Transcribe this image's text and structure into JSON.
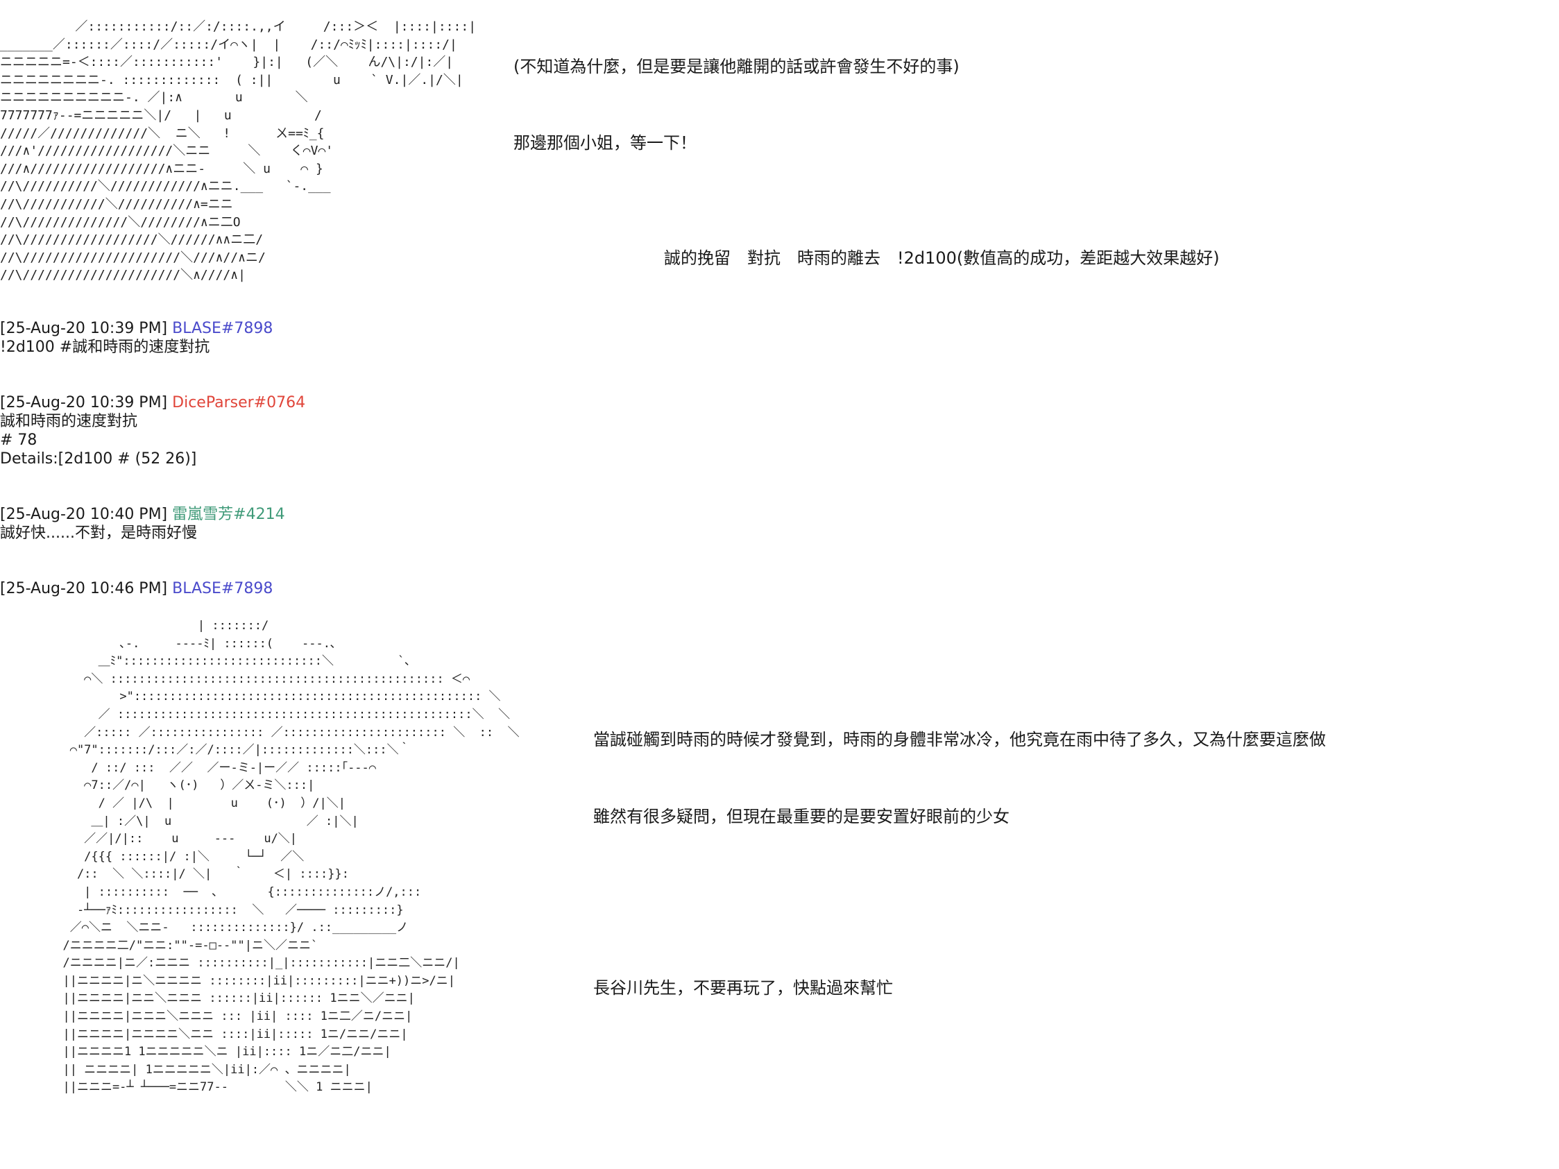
{
  "art": {
    "top": "          ／:::::::::::/::／:/::::.,,イ     /:::＞＜  |::::|::::|\n_______／::::::／::::/／:::::/イ⌒ヽ|  |    /::/⌒ﾐｯﾐ|::::|::::/|\nニニニニニ=-＜::::／:::::::::::'    }|:|   (／＼    ん/\\|:/|:／|\nニニニニニニニニ-. :::::::::::::  ( :||        u    ` V.|／.|/＼|\nニニニニニニニニニニ-. ／|:∧       u       ＼\n7777777ｧ--=ニニニニニ＼|/   |   u           /\n/////／/////////////＼  ニ＼   !      ㄨ==ﾐ_{\n///∧'//////////////////＼ニニ     ＼    く⌒V⌒'\n///∧//////////////////∧ニニ-     ＼ u    ⌒ }\n//\\//////////＼////////////∧ニニ.___   `-.___\n//\\///////////＼//////////∧=ニニ\n//\\//////////////＼////////∧ニ二O\n//\\//////////////////＼//////∧∧ニ二/\n//\\/////////////////////＼///∧//∧ニ/\n//\\/////////////////////＼∧////∧|",
    "bottom": "                     | :::::::/\n          ､-.     -‐‐-ﾐ| ::::::(    ‐‐‐.､\n       ＿ﾐ\"::::::::::::::::::::::::::::＼         `､\n     ⌒＼ ::::::::::::::::::::::::::::::::::::::::::::::: ＜⌒\n          >\"::::::::::::::::::::::::::::::::::::::::::::::::: ＼\n       ／ ::::::::::::::::::::::::::::::::::::::::::::::::::＼  ＼\n     ／::::: ／:::::::::::::::: ／::::::::::::::::::::::: ＼  ::  ＼\n   ⌒\"7\":::::::/:::／:／/::::／|:::::::::::::＼:::＼｀\n      / ::/ :::  ／／  ／ー-ミ-|ー／／ :::::｢‐‐‐⌒\n     ⌒7::／/⌒|   ヽ(･)   ）／ㄨ-ミ＼:::|\n       / ／ |/\\  |        u    (･)  ）/|＼|\n      ＿| :／\\|  u                   ／ :|＼|\n     ／／|/|::    u     ‐‐-    u/＼|\n     /{{{ ::::::|/ :|＼     └─┘  ／＼\n    /::  ＼ ＼::::|/ ＼|   ｀    ＜| ::::}}:\n     | ::::::::::  ──  ､       {::::::::::::::ノ/,:::\n    ‐┴──ｧﾐ:::::::::::::::::  ＼   ／──── :::::::::}\n   ／⌒＼ニ  ＼ニニ-   ::::::::::::::}/ .::_________ノ\n  /ニニニニ二/\"ニニ:\"\"-=-□-‐\"\"|ニ＼／ニニ`\n  /ニニニニ|ニ／:ニニニ ::::::::::|_|:::::::::::|ニニ二＼ニニ/|\n  ||ニニニニ|ニ＼ニニニニ ::::::::|ii|:::::::::|ニニ+))ニ>/ニ|\n  ||ニニニニ|ニニ＼ニニニ ::::::|ii|:::::: 1ニニ＼／ニニ|\n  ||ニニニニ|ニニニ＼ニニニ ::: |ii| :::: 1ニ二／ニ/ニニ|\n  ||ニニニニ|ニニニニ＼ニニ ::::|ii|::::: 1ニ/ニニ/ニニ|\n  ||ニニニニ1 1ニニニニニ＼ニ |ii|:::: 1ニ／ニ二/ニニ|\n  || ニニニニ| 1ニニニニニ＼|ii|:／⌒ 、ニニニニ|\n  ||ニニニ=-┴ ┴───=ニニ77--        ＼＼ 1 ニニニ|"
  },
  "narration": {
    "line1": "(不知道為什麼，但是要是讓他離開的話或許會發生不好的事)",
    "line2": "那邊那個小姐，等一下！",
    "line3": "誠的挽留　對抗　時雨的離去　!2d100(數值高的成功，差距越大效果越好)",
    "line4": "當誠碰觸到時雨的時候才發覺到，時雨的身體非常冰冷，他究竟在雨中待了多久，又為什麼要這麼做",
    "line5": "雖然有很多疑問，但現在最重要的是要安置好眼前的少女",
    "line6": "長谷川先生，不要再玩了，快點過來幫忙"
  },
  "messages": [
    {
      "timestamp": "[25-Aug-20 10:39 PM]",
      "user": "BLASE#7898",
      "lines": [
        "!2d100 #誠和時雨的速度對抗"
      ]
    },
    {
      "timestamp": "[25-Aug-20 10:39 PM]",
      "user": "DiceParser#0764",
      "lines": [
        "誠和時雨的速度對抗",
        "# 78",
        "Details:[2d100 # (52 26)]"
      ]
    },
    {
      "timestamp": "[25-Aug-20 10:40 PM]",
      "user": "雷嵐雪芳#4214",
      "lines": [
        "誠好快......不對，是時雨好慢"
      ]
    },
    {
      "timestamp": "[25-Aug-20 10:46 PM]",
      "user": "BLASE#7898",
      "lines": []
    }
  ],
  "colors": {
    "user_blue": "#4a4acb",
    "user_red": "#e0453a",
    "user_green": "#3f9a78",
    "text": "#1a1a1a",
    "background": "#ffffff"
  }
}
